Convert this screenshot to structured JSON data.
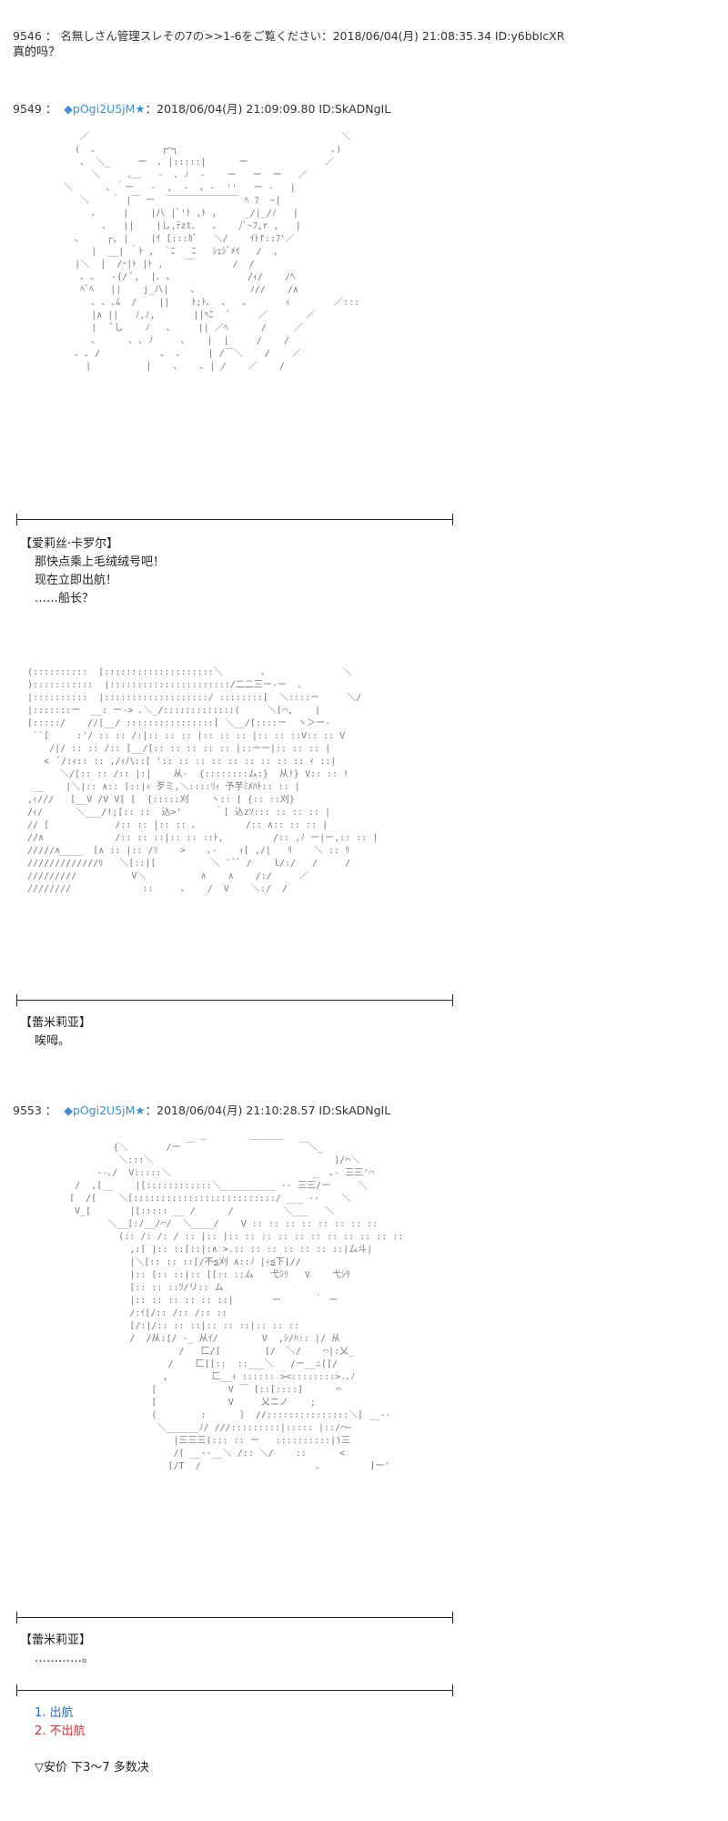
{
  "post_9546": {
    "number": "9546 ：",
    "text": "名無しさん管理スレその7の>>1-6をご覧ください：2018/06/04(月) 21:08:35.34 ID:y6bbIcXR",
    "reply": "真的吗？"
  },
  "post_9549": {
    "number": "9549 ：",
    "trip_icon": "◆",
    "trip": "pOgi2U5jM",
    "star": "★",
    "meta": "：2018/06/04(月) 21:09:09.80 ID:SkADNgIL",
    "aa_art": "        ／                                              ＼\n       (  ､            ┌⌒┐                            ､)\n        ､  ＼_     ー  ､ |:::::|      ー              ／\n          ＼     ､＿   -  ､ ﾉ  -    ー   ー  ー   ／\n     ＼      ､ ｀ー   -  ,  -  ､ -  ''   ー -   |\n        ＼    ｀ |￣ ー  ￣￣￣￣￣￣￣￣ ﾍ ﾌ  ~|\n          ､     |    |八 |ﾞ'ﾄ ,ﾄ ,     _/|_/ﾉ   |\n            ､   ||    |し,ﾃzt､   ､    /ﾞ~ﾌ,r ,   |\n       ､     ┌, |    |ｲ [:::ｶﾞ   ＼/    ｲﾄf::ﾌ'／\n          |  __| ｀ﾄ ,  `ﾆ   ﾆ   ｼｪｼﾞﾒｲ   /  ,\n       |＼  |  /ｰ|ﾄ |ﾄ ,    ￣       /  /\n        ､ ､   -{/ ﾞ,  |､ ､              /ｨ/    /ﾍ\n        ﾍﾞﾍ   ||    j_八|    ､          ﾉ//    /∧\n          ､ ､ ､ﾑ  /    ||    ﾄ;ﾄ､  ､   ､       ｨ        ／:::\n          |∧ ||   ﾉ,ﾉ,       ||ﾍﾆ   ﾞ     ／       ／\n          |   ﾞし    ﾉ   ､     || ／ﾍ      /     ／\n          ､      ､ ､ ﾉ     ､    |  |     /    /\n       ､ ､ /           ､  ､     | /￣＼    /    ／\n         |          |    ､    ､ | /    ／    /"
  },
  "speech_9549": {
    "speaker": "【爱莉丝·卡罗尔】",
    "line1": "那快点乘上毛绒绒号吧！",
    "line2": "现在立即出航！",
    "line3": "……船长？"
  },
  "aa_2": "  (::::::::::  [::::::::::::::::::::＼       ､              ＼\n  ):::::::::::  |::::::::::::::::::::::/二二三ー-ー  ､\n  |::::::::::  |:::::::::::::::::::/ ::::::::[  ＼::::ー     ＼/\n  |:::::::ー  __: ー-> ､＼_/:::::::::::::(     ＼[⌒,    |\n  [:::::/    //[__/ ::::::::::::::::[ ＼__/[::::ー  ヽ＞ー-\n   ``[     :'/ :: :: /:|:: :: :: |:: :: :: |:: :: ::V:: :: V\n      /|/ :: :: /:: [__/[:: :: :: :: :: |::ーー|:: :: :: |\n     <  ﾞ/:ｨ:: :: ,/ｨ八::[ ':: :: :: :: :: :: :: :: :: ｨ ::|\n        ＼/[:: :: /:: |:|    从-  {::::::::ム:}  从!} V:: :: !\n   __    |＼|:: ∧:: [::|ｨ 歹ミ,＼::::ﾘｨ 予芋ﾐﾒﾊﾄ:: :: |\n  ,ｨ///   [__V /V V[ [  {:::::刈    ヽ:: [ {:: ::刈}\n  /ｨ/      ＼___/!;[:: ::  込>'      ｀[ 込zｿ::: :: :: :: |\n  // [            /:: :: |:: :: ､         /:: ∧:: :: :: |\n  //∧             /:: :: ::|:: :: ::ﾄ,         /:: ,ﾉ ー|ー,:: :: |\n  /////∧____  [∧ :: |:: /ﾘ    >    ､-    ｨ[ ,/|   ﾘ    ＼ :: ﾘ\n  /////////////ﾘ   ＼[::|[          ＼ ``ﾞ /    l/:/   /     /\n  /////////          V＼          ∧    ∧    /:/     ／\n  ////////             ::     ､    /  V    ＼:/  /",
  "speech_2": {
    "speaker": "【蕾米莉亚】",
    "line1": "唉呣。"
  },
  "post_9553": {
    "number": "9553 ：",
    "trip_icon": "◆",
    "trip": "pOgi2U5jM",
    "star": "★",
    "meta": "：2018/06/04(月) 21:10:28.57 ID:SkADNgIL",
    "aa_art": "                              _        ______\n              {＼       /ー ￣                   ￣＼_\n               ＼:::＼                                 ]/⌒＼\n           --､/  V:::::＼                          _  ､- 三三'⌒\n       /  ,[__    |[::::::::::::＼__________ -- 三三/ー     ＼\n      [  /[    ＼[::::::::::::::::::::::::::/ ___ --    ＼\n       V_[       |[::::: __ /      /         ＼___   ＼\n             ＼__[:/__/⌒/  ＼____/    V :: :: :: :: :: :: :: ::\n               (:: /: /: / :: |:: |:: :: :: :: :: :: :: :: :: :: ::\n                 ,:[ |:: ::[::|:∧ >.:: :: :: :: :: :: ::|ム斗|\n                 |＼[:: :: ::[/不≦刈 ∧::ﾉ |ｨ≦下[//\n                 |:: [:: ::|:: [[:: ::ム   弋ｼﾘ   V    弋ｼﾘ\n                 [:: :: ::ﾂ/リ:: ム\n                 |:: :: :: :: :: ::|       ー      ｀ ー\n                 /:ｲ[/:: /:: /:: ::\n                 [/:|/:: :: ::|:: :: ::|:: :: ::\n                 /  /从:[/ -_ 从ｲ/        V  ,ｼ/ﾊ:: |/ 从\n                          /   匚/[        [/  ＼/    ⌒|:乂_\n                        /    匚[[::  ::___＼   /ー__∴[[/\n                       ,        匚__ｨ :::::: ><::::::::>.､ﾉ\n                     [             V ￣ [::[::::]      ⌒\n                     [             V     乂ニノ    ;\n                     (        :      ]  //:::::::::::::::＼[ __--\n                      ＼______ﾉ/ ///:::::::::|::::: |::/⌒~\n                         |三三三(::: :: ー   ::::::::::|)三\n                         /[ __--__＼ /:: ＼/    ::      <\n                        [/T  /                     ､         ]ー'"
  },
  "speech_9553": {
    "speaker": "【蕾米莉亚】",
    "line1": "…………。"
  },
  "vote": {
    "option1_label": "1. 出航",
    "option2_label": "2. 不出航",
    "footer": "▽安价  下3～7  多数决",
    "option1_color": "#2b6dc8",
    "option2_color": "#e02a2a"
  }
}
